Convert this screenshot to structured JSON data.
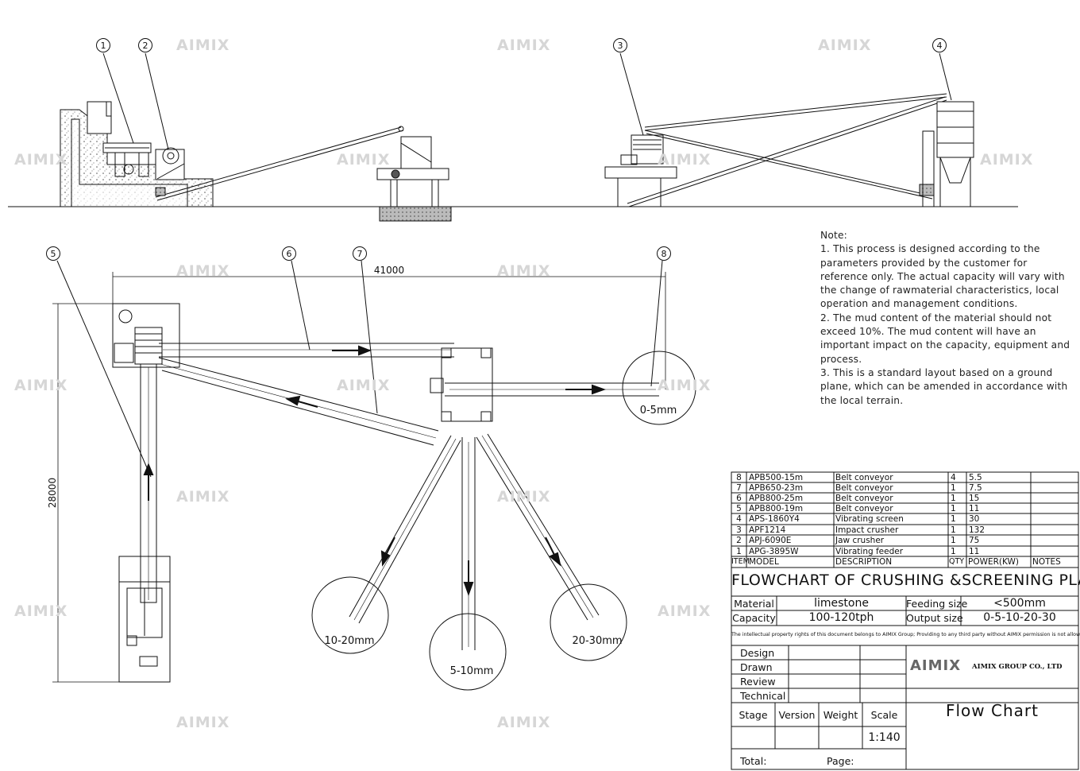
{
  "callouts": [
    "1",
    "2",
    "3",
    "4",
    "5",
    "6",
    "7",
    "8"
  ],
  "dimensions": {
    "horizontal": "41000",
    "vertical": "28000"
  },
  "outputs": [
    {
      "label": "0-5mm"
    },
    {
      "label": "10-20mm"
    },
    {
      "label": "5-10mm"
    },
    {
      "label": "20-30mm"
    }
  ],
  "watermark": "AIMIX",
  "note": {
    "heading": "Note:",
    "items": [
      "1. This process is designed according to the parameters provided by the customer for reference only.  The actual capacity will vary with the change of rawmaterial characteristics, local operation and management conditions.",
      "2. The mud content of the material should not exceed 10%.  The mud content will have an important impact on the capacity, equipment and process.",
      "3. This is a standard layout based on a ground plane, which can be amended in accordance with the local terrain."
    ]
  },
  "equipment_table": {
    "headers": [
      "ITEM",
      "MODEL",
      "DESCRIPTION",
      "QTY",
      "POWER(KW)",
      "NOTES"
    ],
    "rows": [
      {
        "item": "8",
        "model": "APB500-15m",
        "description": "Belt conveyor",
        "qty": "4",
        "power": "5.5",
        "notes": ""
      },
      {
        "item": "7",
        "model": "APB650-23m",
        "description": "Belt conveyor",
        "qty": "1",
        "power": "7.5",
        "notes": ""
      },
      {
        "item": "6",
        "model": "APB800-25m",
        "description": "Belt conveyor",
        "qty": "1",
        "power": "15",
        "notes": ""
      },
      {
        "item": "5",
        "model": "APB800-19m",
        "description": "Belt conveyor",
        "qty": "1",
        "power": "11",
        "notes": ""
      },
      {
        "item": "4",
        "model": "APS-1860Y4",
        "description": "Vibrating screen",
        "qty": "1",
        "power": "30",
        "notes": ""
      },
      {
        "item": "3",
        "model": "APF1214",
        "description": "Impact crusher",
        "qty": "1",
        "power": "132",
        "notes": ""
      },
      {
        "item": "2",
        "model": "APJ-6090E",
        "description": "Jaw crusher",
        "qty": "1",
        "power": "75",
        "notes": ""
      },
      {
        "item": "1",
        "model": "APG-3895W",
        "description": "Vibrating feeder",
        "qty": "1",
        "power": "11",
        "notes": ""
      }
    ]
  },
  "title_block": {
    "title": "FLOWCHART OF CRUSHING &SCREENING PLANT",
    "material_label": "Material",
    "material_value": "limestone",
    "feeding_label": "Feeding size",
    "feeding_value": "<500mm",
    "capacity_label": "Capacity",
    "capacity_value": "100-120tph",
    "output_label": "Output size",
    "output_value": "0-5-10-20-30",
    "ip_notice": "The intellectual property rights of this document belongs to AIMIX Group; Providing to any third party without AIMIX permission is not allowed.",
    "sign_rows": [
      "Design",
      "Drawn",
      "Review",
      "Technical"
    ],
    "stage_labels": [
      "Stage",
      "Version",
      "Weight",
      "Scale"
    ],
    "scale_value": "1:140",
    "total_label": "Total:",
    "page_label": "Page:",
    "logo_text": "AIMIX",
    "company": "AIMIX GROUP CO., LTD",
    "drawing_name": "Flow Chart"
  }
}
